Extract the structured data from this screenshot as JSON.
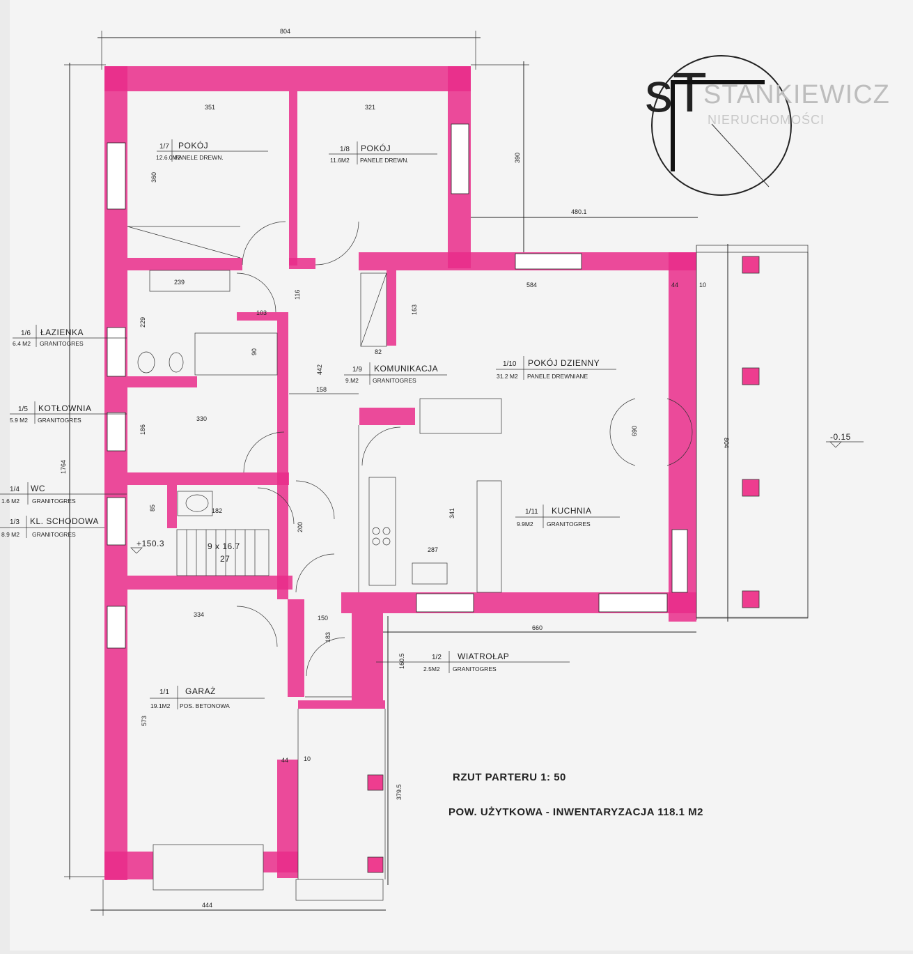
{
  "logo": {
    "name": "STANKIEWICZ",
    "sub": "NIERUCHOMOŚCI"
  },
  "title": {
    "line1": "RZUT  PARTERU   1: 50",
    "line2": "POW. UŻYTKOWA - INWENTARYZACJA  118.1  M2"
  },
  "levels": {
    "stairs": "+150.3",
    "outside": "-0.15"
  },
  "stairs": {
    "spec": "9 x 16.7",
    "count": "27"
  },
  "dimensions": {
    "top_total": "804",
    "bottom_total": "444",
    "left_total": "1764",
    "right_total": "804",
    "right_upper": "390",
    "room17_w": "351",
    "room18_w": "321",
    "room17_h": "360",
    "ext_480": "480.1",
    "bath_w": "239",
    "hall_103": "103",
    "hall_116": "116",
    "living_w": "584",
    "wall_44": "44",
    "wall_10": "10",
    "h_163": "163",
    "w_82": "82",
    "bath_h": "229",
    "tub_90": "90",
    "corr_442": "442",
    "corr_158": "158",
    "boiler_w": "330",
    "boiler_h": "186",
    "living_h": "690",
    "wc_85": "85",
    "wc_182": "182",
    "kitchen_341": "341",
    "hall_200": "200",
    "kitchen_287": "287",
    "garage_w": "334",
    "vest_150": "150",
    "vest_183": "183",
    "ext_660": "660",
    "vest_160": "160.5",
    "garage_h": "573",
    "garage_44": "44",
    "garage_10": "10",
    "ext_379": "379.5"
  },
  "rooms": [
    {
      "id": "1/7",
      "name": "POKÓJ",
      "area": "12.6.0M2",
      "floor": "PANELE DREWN."
    },
    {
      "id": "1/8",
      "name": "POKÓJ",
      "area": "11.6M2",
      "floor": "PANELE DREWN."
    },
    {
      "id": "1/6",
      "name": "ŁAZIENKA",
      "area": "6.4 M2",
      "floor": "GRANITOGRES"
    },
    {
      "id": "1/5",
      "name": "KOTŁOWNIA",
      "area": "5.9 M2",
      "floor": "GRANITOGRES"
    },
    {
      "id": "1/4",
      "name": "WC",
      "area": "1.6 M2",
      "floor": "GRANITOGRES"
    },
    {
      "id": "1/3",
      "name": "KL. SCHODOWA",
      "area": "8.9 M2",
      "floor": "GRANITOGRES"
    },
    {
      "id": "1/9",
      "name": "KOMUNIKACJA",
      "area": "9.M2",
      "floor": "GRANITOGRES"
    },
    {
      "id": "1/10",
      "name": "POKÓJ DZIENNY",
      "area": "31.2 M2",
      "floor": "PANELE DREWNIANE"
    },
    {
      "id": "1/11",
      "name": "KUCHNIA",
      "area": "9.9M2",
      "floor": "GRANITOGRES"
    },
    {
      "id": "1/2",
      "name": "WIATROŁAP",
      "area": "2.5M2",
      "floor": "GRANITOGRES"
    },
    {
      "id": "1/1",
      "name": "GARAŻ",
      "area": "19.1M2",
      "floor": "POS. BETONOWA"
    }
  ]
}
